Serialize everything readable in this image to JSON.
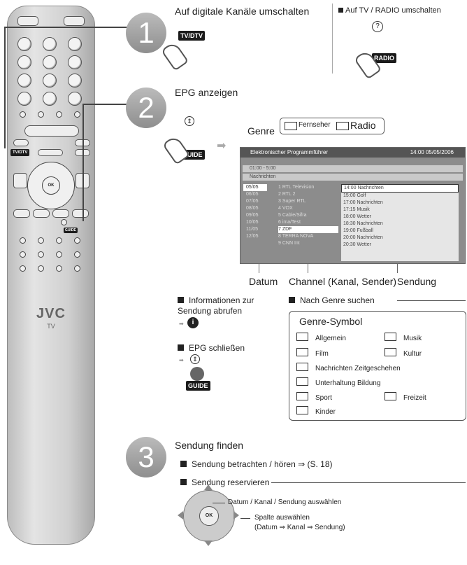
{
  "step1": {
    "number": "1",
    "text": "Auf digitale Kanäle umschalten",
    "key": "TV/DTV",
    "alt_text": "Auf TV / RADIO umschalten",
    "alt_key": "RADIO"
  },
  "step2": {
    "number": "2",
    "text": "EPG anzeigen",
    "genre_label": "Genre",
    "legend_tv": "Fernseher",
    "legend_radio": "Radio",
    "key": "GUIDE",
    "epg": {
      "title": "Elektronischer Programmführer",
      "time": "14:00  05/05/2006",
      "sub1": "01:00 - 5:00",
      "sub2": "Nachrichten",
      "dates": [
        "05/05",
        "06/05",
        "07/05",
        "08/05",
        "09/05",
        "10/05",
        "11/05",
        "12/05"
      ],
      "channels": [
        "1  RTL Television",
        "2  RTL 2",
        "3  Super RTL",
        "4  VOX",
        "5  Cable/Sifra",
        "6  ima/Test",
        "7  ZDF",
        "8  TERRA NOVA",
        "9  CNN Int"
      ],
      "programs": [
        "14:00 Nachrichten",
        "15:00 Golf",
        "17:00 Nachrichten",
        "17:15 Musik",
        "18:00 Wetter",
        "18:30 Nachrichten",
        "19:00 Fußball",
        "20:00 Nachrichten",
        "20:30 Wetter"
      ]
    },
    "labels": {
      "datum": "Datum",
      "channel": "Channel (Kanal, Sender)",
      "sendung": "Sendung"
    },
    "info_text": "Informationen zur Sendung abrufen",
    "close_text": "EPG schließen",
    "close_key": "GUIDE",
    "search_text": "Nach Genre suchen",
    "genre_title": "Genre-Symbol",
    "genres": {
      "allgemein": "Allgemein",
      "musik": "Musik",
      "film": "Film",
      "kultur": "Kultur",
      "nachrichten": "Nachrichten Zeitgeschehen",
      "unterhaltung": "Unterhaltung Bildung",
      "sport": "Sport",
      "freizeit": "Freizeit",
      "kinder": "Kinder"
    }
  },
  "step3": {
    "number": "3",
    "text": "Sendung finden",
    "item1": "Sendung betrachten / hören",
    "item1_ref": "(S. 18)",
    "item2": "Sendung reservieren",
    "dpad_line1": "Datum / Kanal / Sendung auswählen",
    "dpad_line2a": "Spalte auswählen",
    "dpad_line2b": "(Datum ⇒ Kanal ⇒ Sendung)",
    "ok": "OK"
  },
  "remote": {
    "brand": "JVC",
    "sub": "TV",
    "ok": "OK",
    "tvdtv": "TV/DTV",
    "guide": "GUIDE"
  }
}
